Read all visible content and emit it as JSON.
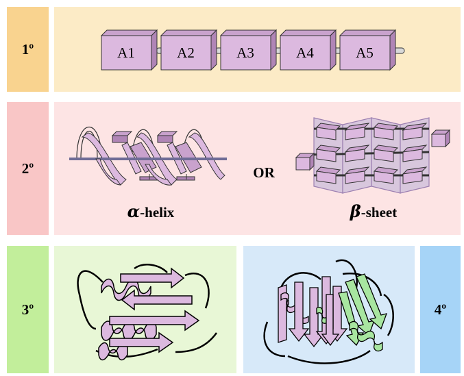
{
  "levels": {
    "primary": {
      "tag": "1º",
      "colors": {
        "tag": "#f9d38f",
        "panel": "#fcebc6"
      }
    },
    "secondary": {
      "tag": "2º",
      "colors": {
        "tag": "#f9c6c6",
        "panel": "#fde4e4"
      }
    },
    "tertiary": {
      "tag": "3º",
      "colors": {
        "tag": "#c2ee9b",
        "panel": "#e8f7d6"
      }
    },
    "quaternary": {
      "tag": "4º",
      "colors": {
        "tag": "#a6d4f7",
        "panel": "#d7e9f9"
      }
    }
  },
  "primary_chain": {
    "residues": [
      "A1",
      "A2",
      "A3",
      "A4",
      "A5"
    ],
    "colors": {
      "box_front": "#dcb9df",
      "box_top": "#c9a2cd",
      "box_side": "#b085b6",
      "linker": "#d9d9d9"
    }
  },
  "secondary": {
    "helix_symbol": "α",
    "helix_label": "-helix",
    "or_label": "OR",
    "sheet_symbol": "β",
    "sheet_label": "-sheet",
    "colors": {
      "ribbon": "#dcb9df",
      "axis": "#6f6c96",
      "sheet_plane": "#d1c2dc"
    }
  },
  "tertiary": {
    "colors": {
      "strand": "#dcb9df",
      "outline": "#000000"
    }
  },
  "quaternary": {
    "colors": {
      "chain_a": "#dcb9df",
      "chain_b": "#a8e6a0",
      "outline": "#000000"
    }
  }
}
